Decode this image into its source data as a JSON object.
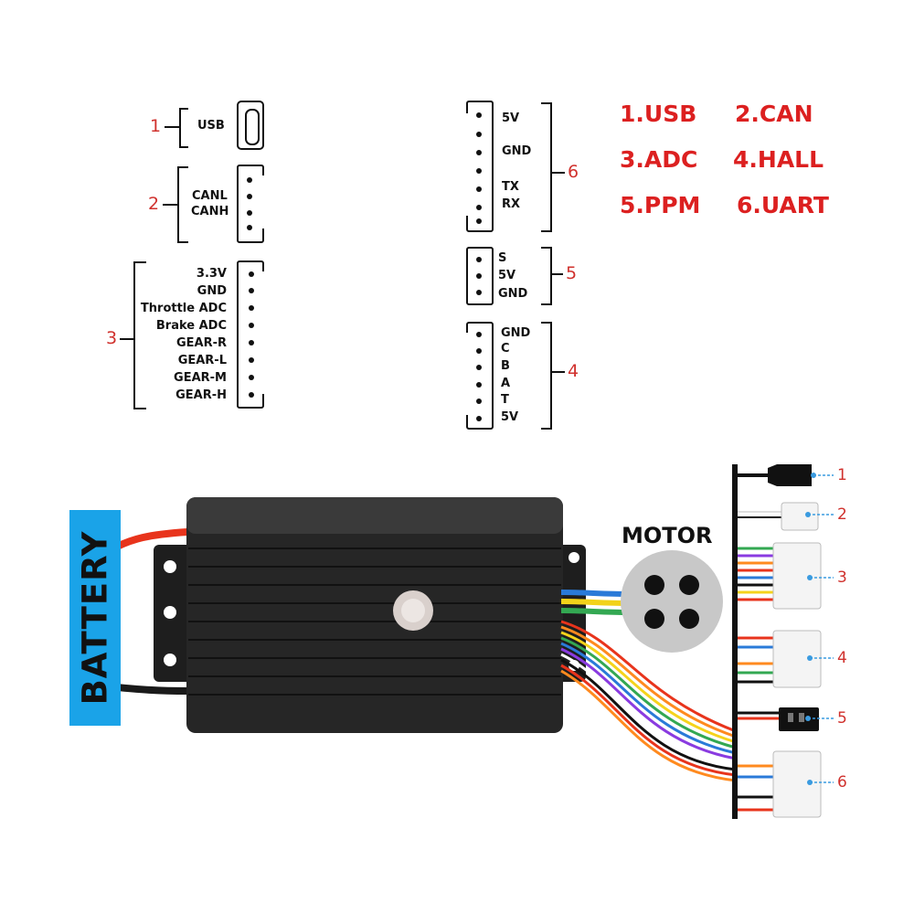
{
  "connectors": [
    {
      "number": "1",
      "pins": [
        "USB"
      ]
    },
    {
      "number": "2",
      "pins": [
        "CANL",
        "CANH"
      ]
    },
    {
      "number": "3",
      "pins": [
        "3.3V",
        "GND",
        "Throttle ADC",
        "Brake ADC",
        "GEAR-R",
        "GEAR-L",
        "GEAR-M",
        "GEAR-H"
      ]
    },
    {
      "number": "6",
      "pins": [
        "5V",
        "GND",
        "TX",
        "RX"
      ]
    },
    {
      "number": "5",
      "pins": [
        "S",
        "5V",
        "GND"
      ]
    },
    {
      "number": "4",
      "pins": [
        "GND",
        "C",
        "B",
        "A",
        "T",
        "5V"
      ]
    }
  ],
  "legend": [
    "1.USB",
    "2.CAN",
    "3.ADC",
    "4.HALL",
    "5.PPM",
    "6.UART"
  ],
  "battery_label": "BATTERY",
  "motor_label": "MOTOR",
  "callouts": [
    "1",
    "2",
    "3",
    "4",
    "5",
    "6"
  ],
  "colors": {
    "accent_red": "#dc2020",
    "battery_blue": "#1aa3e8",
    "housing": "#222222",
    "motor_gray": "#c8c8c8"
  }
}
